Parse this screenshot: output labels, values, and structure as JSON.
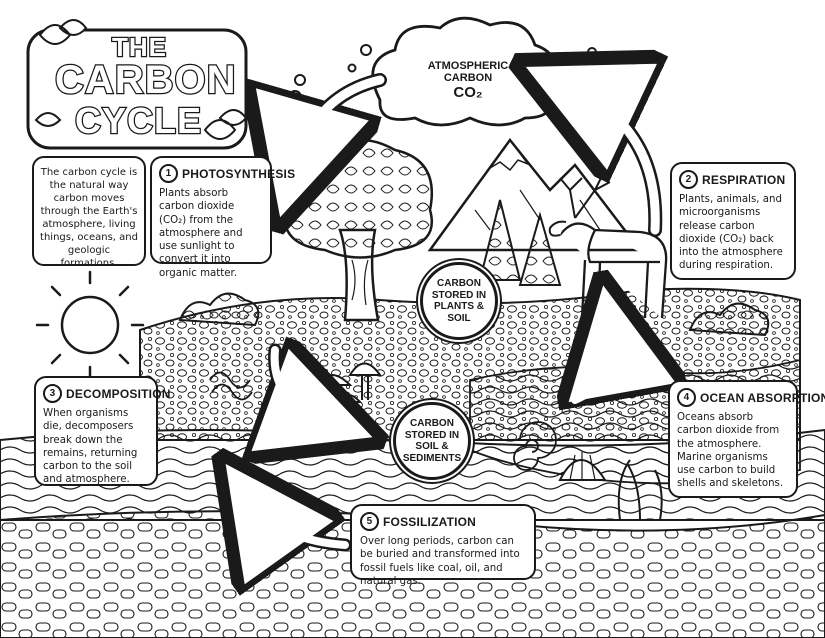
{
  "title": {
    "line1": "THE",
    "line2": "CARBON",
    "line3": "CYCLE"
  },
  "intro": "The carbon cycle is the natural way carbon moves through the Earth's atmosphere, living things, oceans, and geologic formations.",
  "atmosphere": {
    "line1": "ATMOSPHERIC",
    "line2": "CARBON",
    "line3": "CO₂"
  },
  "steps": [
    {
      "num": "1",
      "title": "PHOTOSYNTHESIS",
      "body": "Plants absorb carbon dioxide (CO₂) from the atmosphere and use sunlight to convert it into organic matter."
    },
    {
      "num": "2",
      "title": "RESPIRATION",
      "body": "Plants, animals, and microorganisms release carbon dioxide (CO₂) back into the atmosphere during respiration."
    },
    {
      "num": "3",
      "title": "DECOMPOSITION",
      "body": "When organisms die, decomposers break down the remains, returning carbon to the soil and atmosphere."
    },
    {
      "num": "4",
      "title": "OCEAN ABSORPTION",
      "body": "Oceans absorb carbon dioxide from the atmosphere. Marine organisms use carbon to build shells and skeletons."
    },
    {
      "num": "5",
      "title": "FOSSILIZATION",
      "body": "Over long periods, carbon can be buried and transformed into fossil fuels like coal, oil, and natural gas."
    }
  ],
  "badges": {
    "plants": {
      "line1": "CARBON",
      "line2": "STORED IN",
      "line3": "PLANTS &",
      "line4": "SOIL"
    },
    "sediments": {
      "line1": "CARBON",
      "line2": "STORED IN",
      "line3": "SOIL &",
      "line4": "SEDIMENTS"
    }
  },
  "icons": [
    "leaf-icon",
    "sun-icon",
    "tree-icon",
    "mountain-icon",
    "deer-icon",
    "mushroom-icon",
    "shell-icon",
    "arrow-icon",
    "cloud-icon"
  ],
  "colors": {
    "ink": "#1a1a1a",
    "paper": "#ffffff"
  }
}
